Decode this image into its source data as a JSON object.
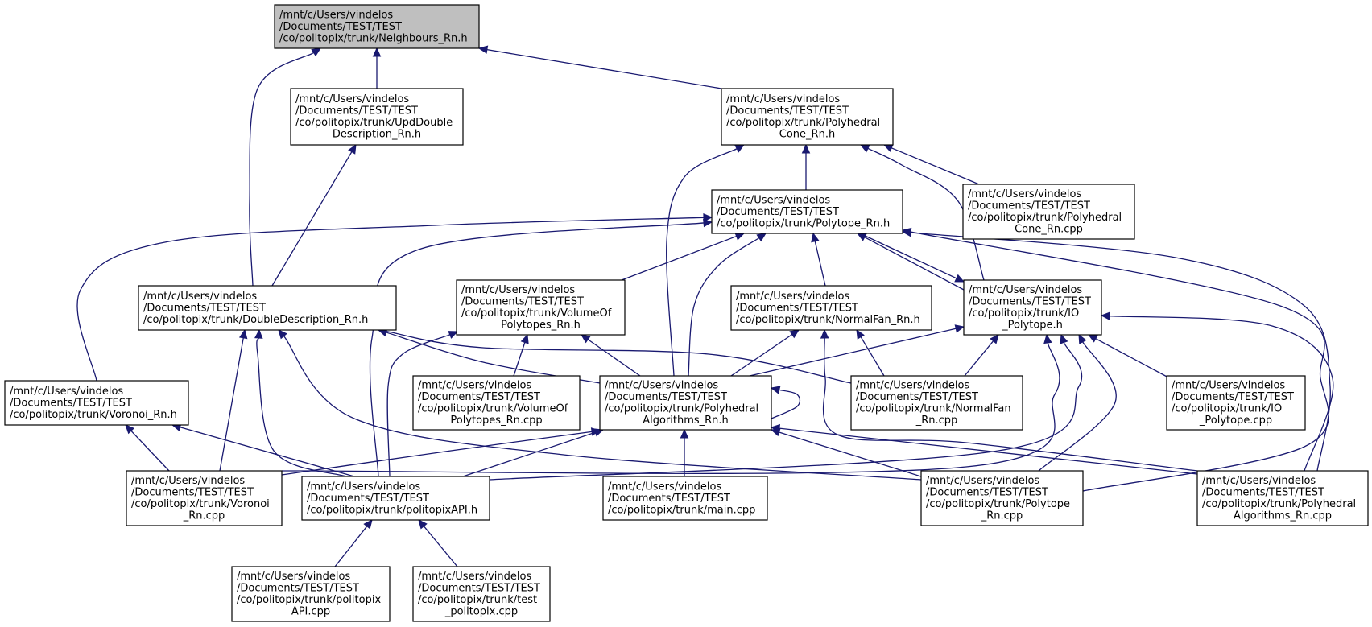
{
  "colors": {
    "edge": "#191970",
    "root_fill": "#bfbfbf",
    "node_fill": "#ffffff",
    "node_border": "#000000"
  },
  "nodes": [
    {
      "id": "neighbours_h",
      "lines": [
        "/mnt/c/Users/vindelos",
        "/Documents/TEST/TEST",
        "/co/politopix/trunk/Neighbours_Rn.h"
      ],
      "align": "left",
      "root": true
    },
    {
      "id": "upddouble_h",
      "lines": [
        "/mnt/c/Users/vindelos",
        "/Documents/TEST/TEST",
        "/co/politopix/trunk/UpdDouble",
        "Description_Rn.h"
      ],
      "align": "left"
    },
    {
      "id": "polycone_h",
      "lines": [
        "/mnt/c/Users/vindelos",
        "/Documents/TEST/TEST",
        "/co/politopix/trunk/Polyhedral",
        "Cone_Rn.h"
      ],
      "align": "left"
    },
    {
      "id": "polytope_h",
      "lines": [
        "/mnt/c/Users/vindelos",
        "/Documents/TEST/TEST",
        "/co/politopix/trunk/Polytope_Rn.h"
      ],
      "align": "left"
    },
    {
      "id": "polycone_cpp",
      "lines": [
        "/mnt/c/Users/vindelos",
        "/Documents/TEST/TEST",
        "/co/politopix/trunk/Polyhedral",
        "Cone_Rn.cpp"
      ],
      "align": "left"
    },
    {
      "id": "doubledesc_h",
      "lines": [
        "/mnt/c/Users/vindelos",
        "/Documents/TEST/TEST",
        "/co/politopix/trunk/DoubleDescription_Rn.h"
      ],
      "align": "left"
    },
    {
      "id": "volumeof_h",
      "lines": [
        "/mnt/c/Users/vindelos",
        "/Documents/TEST/TEST",
        "/co/politopix/trunk/VolumeOf",
        "Polytopes_Rn.h"
      ],
      "align": "left"
    },
    {
      "id": "normalfan_h",
      "lines": [
        "/mnt/c/Users/vindelos",
        "/Documents/TEST/TEST",
        "/co/politopix/trunk/NormalFan_Rn.h"
      ],
      "align": "left"
    },
    {
      "id": "io_polytope_h",
      "lines": [
        "/mnt/c/Users/vindelos",
        "/Documents/TEST/TEST",
        "/co/politopix/trunk/IO",
        "_Polytope.h"
      ],
      "align": "left"
    },
    {
      "id": "voronoi_h",
      "lines": [
        "/mnt/c/Users/vindelos",
        "/Documents/TEST/TEST",
        "/co/politopix/trunk/Voronoi_Rn.h"
      ],
      "align": "left"
    },
    {
      "id": "volumeof_cpp",
      "lines": [
        "/mnt/c/Users/vindelos",
        "/Documents/TEST/TEST",
        "/co/politopix/trunk/VolumeOf",
        "Polytopes_Rn.cpp"
      ],
      "align": "left"
    },
    {
      "id": "polyalg_h",
      "lines": [
        "/mnt/c/Users/vindelos",
        "/Documents/TEST/TEST",
        "/co/politopix/trunk/Polyhedral",
        "Algorithms_Rn.h"
      ],
      "align": "left"
    },
    {
      "id": "normalfan_cpp",
      "lines": [
        "/mnt/c/Users/vindelos",
        "/Documents/TEST/TEST",
        "/co/politopix/trunk/NormalFan",
        "_Rn.cpp"
      ],
      "align": "left"
    },
    {
      "id": "io_polytope_cpp",
      "lines": [
        "/mnt/c/Users/vindelos",
        "/Documents/TEST/TEST",
        "/co/politopix/trunk/IO",
        "_Polytope.cpp"
      ],
      "align": "left"
    },
    {
      "id": "voronoi_cpp",
      "lines": [
        "/mnt/c/Users/vindelos",
        "/Documents/TEST/TEST",
        "/co/politopix/trunk/Voronoi",
        "_Rn.cpp"
      ],
      "align": "left"
    },
    {
      "id": "politopixapi_h",
      "lines": [
        "/mnt/c/Users/vindelos",
        "/Documents/TEST/TEST",
        "/co/politopix/trunk/politopixAPI.h"
      ],
      "align": "left"
    },
    {
      "id": "main_cpp",
      "lines": [
        "/mnt/c/Users/vindelos",
        "/Documents/TEST/TEST",
        "/co/politopix/trunk/main.cpp"
      ],
      "align": "left"
    },
    {
      "id": "polytope_cpp",
      "lines": [
        "/mnt/c/Users/vindelos",
        "/Documents/TEST/TEST",
        "/co/politopix/trunk/Polytope",
        "_Rn.cpp"
      ],
      "align": "left"
    },
    {
      "id": "polyalg_cpp",
      "lines": [
        "/mnt/c/Users/vindelos",
        "/Documents/TEST/TEST",
        "/co/politopix/trunk/Polyhedral",
        "Algorithms_Rn.cpp"
      ],
      "align": "left"
    },
    {
      "id": "politopixapi_cpp",
      "lines": [
        "/mnt/c/Users/vindelos",
        "/Documents/TEST/TEST",
        "/co/politopix/trunk/politopix",
        "API.cpp"
      ],
      "align": "left"
    },
    {
      "id": "test_politopix_cpp",
      "lines": [
        "/mnt/c/Users/vindelos",
        "/Documents/TEST/TEST",
        "/co/politopix/trunk/test",
        "_politopix.cpp"
      ],
      "align": "left"
    }
  ],
  "edges": [
    {
      "from": "upddouble_h",
      "to": "neighbours_h"
    },
    {
      "from": "polycone_h",
      "to": "neighbours_h"
    },
    {
      "from": "doubledesc_h",
      "to": "neighbours_h"
    },
    {
      "from": "doubledesc_h",
      "to": "upddouble_h"
    },
    {
      "from": "polytope_h",
      "to": "polycone_h"
    },
    {
      "from": "polycone_cpp",
      "to": "polycone_h"
    },
    {
      "from": "polyalg_h",
      "to": "polycone_h"
    },
    {
      "from": "io_polytope_h",
      "to": "polycone_h"
    },
    {
      "from": "voronoi_h",
      "to": "polytope_h"
    },
    {
      "from": "volumeof_h",
      "to": "polytope_h"
    },
    {
      "from": "normalfan_h",
      "to": "polytope_h"
    },
    {
      "from": "io_polytope_h",
      "to": "polytope_h"
    },
    {
      "from": "polytope_h",
      "to": "io_polytope_h"
    },
    {
      "from": "polyalg_h",
      "to": "polytope_h"
    },
    {
      "from": "politopixapi_h",
      "to": "polytope_h"
    },
    {
      "from": "polytope_cpp",
      "to": "polytope_h"
    },
    {
      "from": "polyalg_cpp",
      "to": "polytope_h"
    },
    {
      "from": "polyalg_h",
      "to": "doubledesc_h"
    },
    {
      "from": "normalfan_cpp",
      "to": "doubledesc_h"
    },
    {
      "from": "voronoi_cpp",
      "to": "doubledesc_h"
    },
    {
      "from": "politopixapi_h",
      "to": "doubledesc_h"
    },
    {
      "from": "polytope_cpp",
      "to": "doubledesc_h"
    },
    {
      "from": "volumeof_cpp",
      "to": "volumeof_h"
    },
    {
      "from": "polyalg_h",
      "to": "volumeof_h"
    },
    {
      "from": "politopixapi_h",
      "to": "volumeof_h"
    },
    {
      "from": "polyalg_h",
      "to": "normalfan_h"
    },
    {
      "from": "normalfan_cpp",
      "to": "normalfan_h"
    },
    {
      "from": "polyalg_cpp",
      "to": "normalfan_h"
    },
    {
      "from": "polyalg_h",
      "to": "io_polytope_h"
    },
    {
      "from": "normalfan_cpp",
      "to": "io_polytope_h"
    },
    {
      "from": "io_polytope_cpp",
      "to": "io_polytope_h"
    },
    {
      "from": "voronoi_cpp",
      "to": "io_polytope_h"
    },
    {
      "from": "politopixapi_h",
      "to": "io_polytope_h"
    },
    {
      "from": "polytope_cpp",
      "to": "io_polytope_h"
    },
    {
      "from": "polyalg_cpp",
      "to": "io_polytope_h"
    },
    {
      "from": "voronoi_cpp",
      "to": "voronoi_h"
    },
    {
      "from": "politopixapi_h",
      "to": "voronoi_h"
    },
    {
      "from": "polyalg_h",
      "to": "polyalg_h"
    },
    {
      "from": "voronoi_cpp",
      "to": "polyalg_h"
    },
    {
      "from": "politopixapi_h",
      "to": "polyalg_h"
    },
    {
      "from": "main_cpp",
      "to": "polyalg_h"
    },
    {
      "from": "polytope_cpp",
      "to": "polyalg_h"
    },
    {
      "from": "polyalg_cpp",
      "to": "polyalg_h"
    },
    {
      "from": "politopixapi_cpp",
      "to": "politopixapi_h"
    },
    {
      "from": "test_politopix_cpp",
      "to": "politopixapi_h"
    }
  ]
}
